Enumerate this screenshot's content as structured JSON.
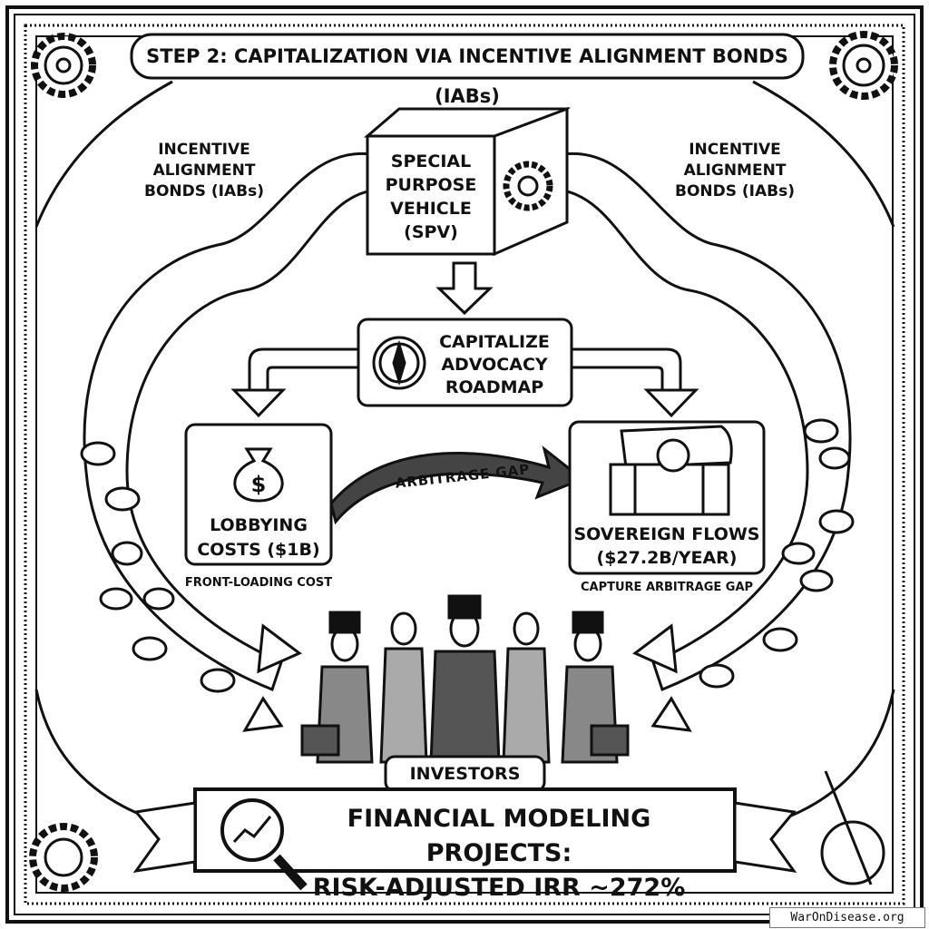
{
  "title": "STEP 2: CAPITALIZATION VIA INCENTIVE ALIGNMENT BONDS (IABs)",
  "left_ribbon_label": "INCENTIVE ALIGNMENT BONDS (IABs)",
  "right_ribbon_label": "INCENTIVE ALIGNMENT BONDS (IABs)",
  "spv": {
    "label": "SPECIAL PURPOSE VEHICLE (SPV)",
    "icon": "castle-gear-icon"
  },
  "capitalize": {
    "label": "CAPITALIZE ADVOCACY ROADMAP",
    "icon": "compass-icon"
  },
  "lobbying": {
    "label": "LOBBYING COSTS ($1B)",
    "caption": "FRONT-LOADING COST",
    "icon": "money-bag-icon"
  },
  "arbitrage_arrow_label": "ARBITRAGE GAP",
  "sovereign": {
    "label": "SOVEREIGN FLOWS ($27.2B/YEAR)",
    "caption": "CAPTURE ARBITRAGE GAP",
    "icon": "treasure-chest-icon"
  },
  "investors_label": "INVESTORS",
  "bottom_banner": {
    "line1": "FINANCIAL MODELING PROJECTS:",
    "line2": "RISK-ADJUSTED IRR ~272%",
    "icon": "magnifier-chart-icon"
  },
  "watermark": "WarOnDisease.org"
}
